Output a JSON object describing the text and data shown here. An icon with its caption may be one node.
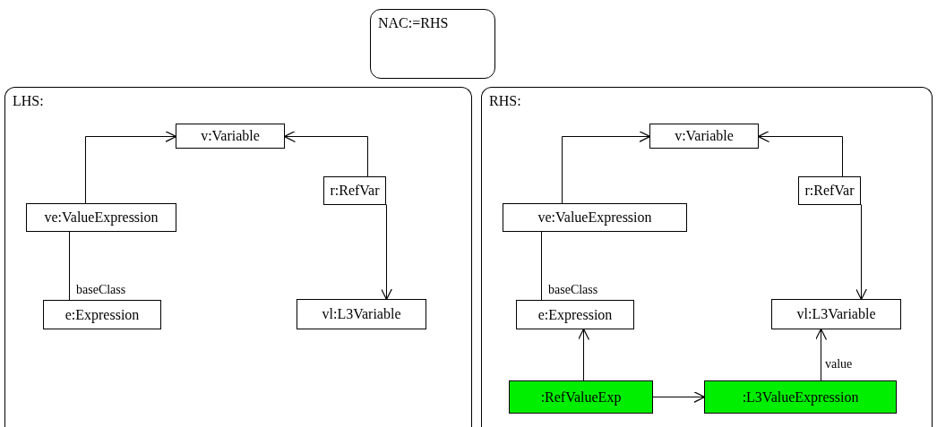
{
  "diagram": {
    "nodes": [
      {
        "text": [
          "NAC:=RHS"
        ]
      },
      {
        "text": [
          "LHS:"
        ]
      },
      {
        "text": [
          "v:Variable"
        ],
        "in": 1
      },
      {
        "text": [
          "ve:ValueExpression"
        ],
        "in": 1
      },
      {
        "text": [
          "r:RefVar"
        ],
        "in": 1
      },
      {
        "text": [
          "e:Expression"
        ],
        "in": 1
      },
      {
        "text": [
          "vl:L3Variable"
        ],
        "in": 1
      },
      {
        "text": [
          "RHS:"
        ]
      },
      {
        "text": [
          "v:Variable"
        ],
        "in": 7
      },
      {
        "text": [
          "ve:ValueExpression"
        ],
        "in": 7
      },
      {
        "text": [
          "r:RefVar"
        ],
        "in": 7
      },
      {
        "text": [
          "e:Expression"
        ],
        "in": 7
      },
      {
        "text": [
          "vl:L3Variable"
        ],
        "in": 7
      },
      {
        "text": [
          ":RefValueExp"
        ],
        "in": 7
      },
      {
        "text": [
          ":L3ValueExpression"
        ],
        "in": 7
      }
    ],
    "edges": [
      {
        "from": 3,
        "to": 2,
        "arrow": "to"
      },
      {
        "from": 4,
        "to": 2,
        "arrow": "to"
      },
      {
        "from": 3,
        "to": 5,
        "arrow": "none",
        "label": "baseClass"
      },
      {
        "from": 4,
        "to": 6,
        "arrow": "to"
      },
      {
        "from": 9,
        "to": 8,
        "arrow": "to"
      },
      {
        "from": 10,
        "to": 8,
        "arrow": "to"
      },
      {
        "from": 9,
        "to": 11,
        "arrow": "none",
        "label": "baseClass"
      },
      {
        "from": 10,
        "to": 12,
        "arrow": "to"
      },
      {
        "from": 13,
        "to": 11,
        "arrow": "to"
      },
      {
        "from": 13,
        "to": 14,
        "arrow": "to"
      },
      {
        "from": 14,
        "to": 12,
        "arrow": "to",
        "label": "value"
      }
    ]
  }
}
